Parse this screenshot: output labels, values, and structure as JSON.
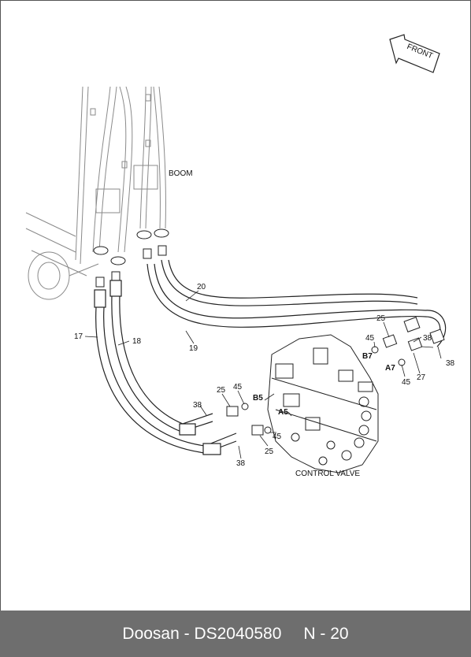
{
  "drawing": {
    "front_label": "FRONT",
    "boom_label": "BOOM",
    "control_valve_label": "CONTROL VALVE",
    "callouts": {
      "p17": "17",
      "p18": "18",
      "p19": "19",
      "p20": "20",
      "p25a": "25",
      "p25b": "25",
      "p25c": "25",
      "p27": "27",
      "p38a": "38",
      "p38b": "38",
      "p38c": "38",
      "p38d": "38",
      "p45a": "45",
      "p45b": "45",
      "p45c": "45",
      "p45d": "45"
    },
    "ports": {
      "b7": "B7",
      "a7": "A7",
      "b5": "B5",
      "a5": "A5"
    }
  },
  "footer": {
    "brand_code": "Doosan - DS2040580",
    "page": "N - 20"
  }
}
